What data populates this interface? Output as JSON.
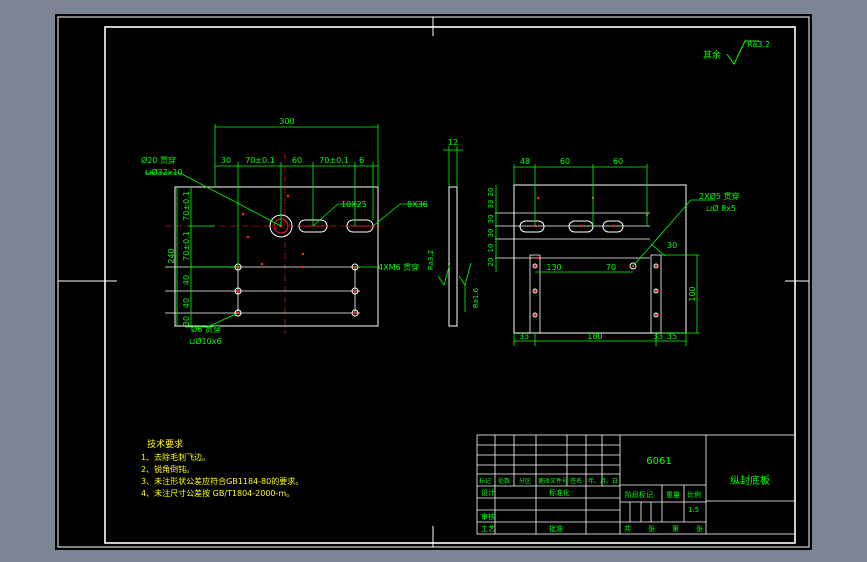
{
  "colors": {
    "background": "#000000",
    "frame": "#ffffff",
    "part": "#ffffff",
    "dimension": "#00ff00",
    "notes": "#ffff00",
    "points": "#ff2020",
    "tech_req_title": "#ffff00"
  },
  "roughness": {
    "label": "其余",
    "value": "Ra3.2"
  },
  "front_view": {
    "dims_top": {
      "overall": "300",
      "d1": "30",
      "d2": "70±0.1",
      "d3": "60",
      "d4": "70±0.1",
      "d5": "6"
    },
    "dims_left": {
      "l1": "70±0.1",
      "l2": "70±0.1",
      "overall": "240",
      "l3": "40",
      "l4": "40",
      "l5": "30"
    },
    "callout_big_hole": {
      "line1": "Ø20 贯穿",
      "line2": "⊔Ø32x10"
    },
    "callout_slot_a": "10X25",
    "callout_slot_b": "8X36",
    "callout_tapped": "4XM6 贯穿",
    "callout_small_hole": {
      "line1": "Ø6 贯穿",
      "line2": "⊔Ø10x6"
    }
  },
  "side_view": {
    "thickness": "12",
    "roughness_1": "Ra3.2",
    "roughness_2": "Ra1.6"
  },
  "right_view": {
    "dims_top": {
      "d1": "48",
      "d2": "60",
      "d3": "60"
    },
    "dims_left": {
      "d1": "20",
      "d2": "33",
      "d3": "30",
      "d4": "30",
      "d5": "10",
      "d6": "20"
    },
    "dims_mid": {
      "d1": "130",
      "d2": "70"
    },
    "dims_bottom": {
      "d1": "33",
      "d2": "180",
      "d3": "33",
      "d4": "35"
    },
    "dim_right": "100",
    "dim_angle": "30",
    "callout": {
      "line1": "2XØ5 贯穿",
      "line2": "⊔Ø 8x5"
    }
  },
  "tech_requirements": {
    "title": "技术要求",
    "items": [
      "1、去除毛刺飞边。",
      "2、锐角倒钝。",
      "3、未注形状公差应符合GB1184-80的要求。",
      "4、未注尺寸公差按 GB/T1804-2000-m。"
    ]
  },
  "title_block": {
    "material": "6061",
    "part_name": "纵封底板",
    "scale": "1:5",
    "row_headers": [
      "标记",
      "处数",
      "分区",
      "更改文件号",
      "签名",
      "年、月、日"
    ],
    "left_labels": [
      "设计",
      "审核",
      "工艺"
    ],
    "mid_labels": [
      "标准化",
      "批准"
    ],
    "stage_labels": [
      "阶段标记",
      "重量",
      "比例"
    ],
    "sheet_labels": [
      "共",
      "张",
      "第",
      "张"
    ]
  }
}
